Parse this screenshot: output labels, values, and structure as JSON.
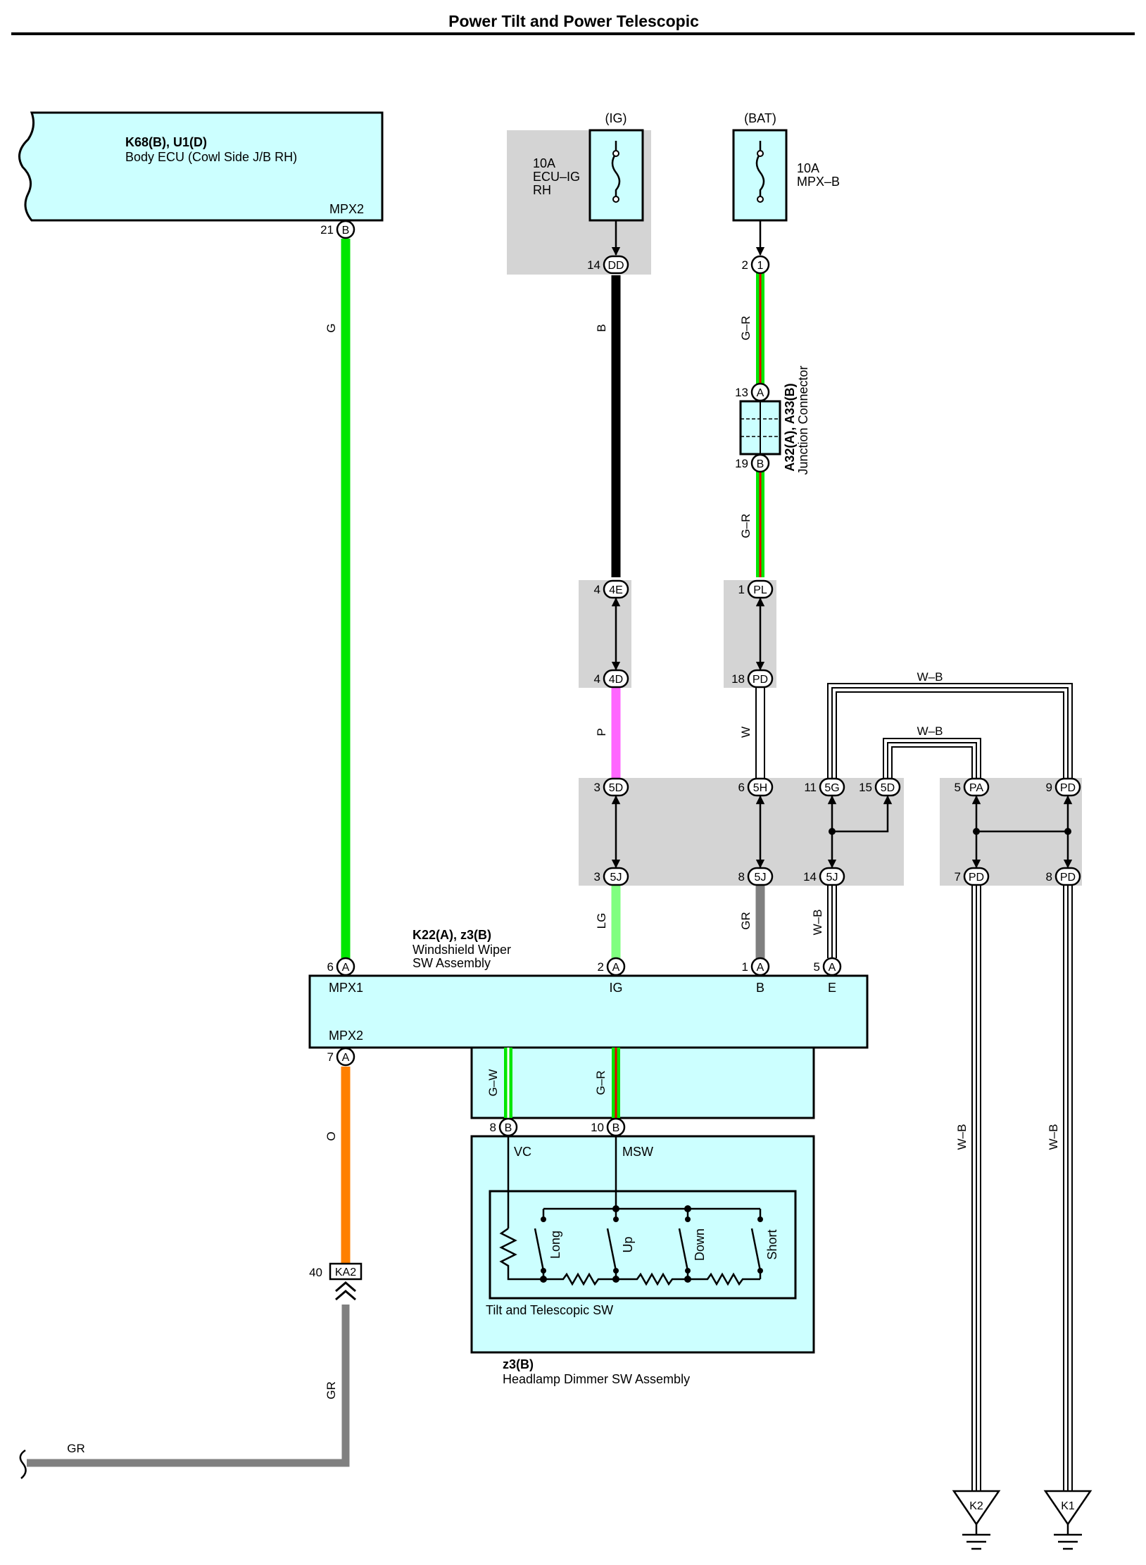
{
  "title": "Power Tilt and Power Telescopic",
  "body_ecu": {
    "codes": "K68(B), U1(D)",
    "name": "Body ECU (Cowl Side J/B RH)",
    "terminal": "MPX2"
  },
  "fuses": [
    {
      "supply": "(IG)",
      "rating": "10A",
      "name_line1": "ECU–IG",
      "name_line2": "RH"
    },
    {
      "supply": "(BAT)",
      "rating": "10A",
      "name_line1": "MPX–B",
      "name_line2": ""
    }
  ],
  "junction": {
    "codes": "A32(A), A33(B)",
    "name": "Junction Connector"
  },
  "wiper": {
    "codes": "K22(A), z3(B)",
    "name_line1": "Windshield Wiper",
    "name_line2": "SW Assembly",
    "terminals": [
      "MPX1",
      "IG",
      "B",
      "E",
      "MPX2"
    ]
  },
  "dimmer": {
    "codes": "z3(B)",
    "name": "Headlamp Dimmer SW Assembly",
    "inner": "Tilt and Telescopic SW",
    "terminals": [
      "VC",
      "MSW"
    ],
    "switches": [
      "Long",
      "Up",
      "Down",
      "Short"
    ]
  },
  "wire_colors": {
    "G": "G",
    "B": "B",
    "GR_": "G–R",
    "P": "P",
    "W": "W",
    "LG": "LG",
    "GR": "GR",
    "WB": "W–B",
    "GW": "G–W",
    "O": "O"
  },
  "pins": {
    "ecu_b": {
      "num": "21",
      "id": "B"
    },
    "fuse1_dd": {
      "num": "14",
      "id": "DD"
    },
    "fuse2_1": {
      "num": "2",
      "id": "1"
    },
    "j_a": {
      "num": "13",
      "id": "A"
    },
    "j_b": {
      "num": "19",
      "id": "B"
    },
    "c_4e": {
      "num": "4",
      "id": "4E"
    },
    "c_pl": {
      "num": "1",
      "id": "PL"
    },
    "c_4d": {
      "num": "4",
      "id": "4D"
    },
    "c_pd18": {
      "num": "18",
      "id": "PD"
    },
    "c_5d3": {
      "num": "3",
      "id": "5D"
    },
    "c_5h": {
      "num": "6",
      "id": "5H"
    },
    "c_5g": {
      "num": "11",
      "id": "5G"
    },
    "c_5d15": {
      "num": "15",
      "id": "5D"
    },
    "c_pa": {
      "num": "5",
      "id": "PA"
    },
    "c_pd9": {
      "num": "9",
      "id": "PD"
    },
    "c_5j3": {
      "num": "3",
      "id": "5J"
    },
    "c_5j8": {
      "num": "8",
      "id": "5J"
    },
    "c_5j14": {
      "num": "14",
      "id": "5J"
    },
    "c_pd7": {
      "num": "7",
      "id": "PD"
    },
    "c_pd8": {
      "num": "8",
      "id": "PD"
    },
    "w_a6": {
      "num": "6",
      "id": "A"
    },
    "w_a2": {
      "num": "2",
      "id": "A"
    },
    "w_a1": {
      "num": "1",
      "id": "A"
    },
    "w_a5": {
      "num": "5",
      "id": "A"
    },
    "w_a7": {
      "num": "7",
      "id": "A"
    },
    "d_b8": {
      "num": "8",
      "id": "B"
    },
    "d_b10": {
      "num": "10",
      "id": "B"
    },
    "ka2": {
      "num": "40",
      "id": "KA2"
    }
  },
  "grounds": [
    "K2",
    "K1"
  ],
  "colors": {
    "green": "#00e600",
    "black": "#000000",
    "red": "#e60000",
    "pink": "#ff66ff",
    "lightgreen": "#80ff80",
    "gray": "#808080",
    "orange": "#ff8000",
    "box": "#ccffff",
    "shade": "#d4d4d4"
  }
}
